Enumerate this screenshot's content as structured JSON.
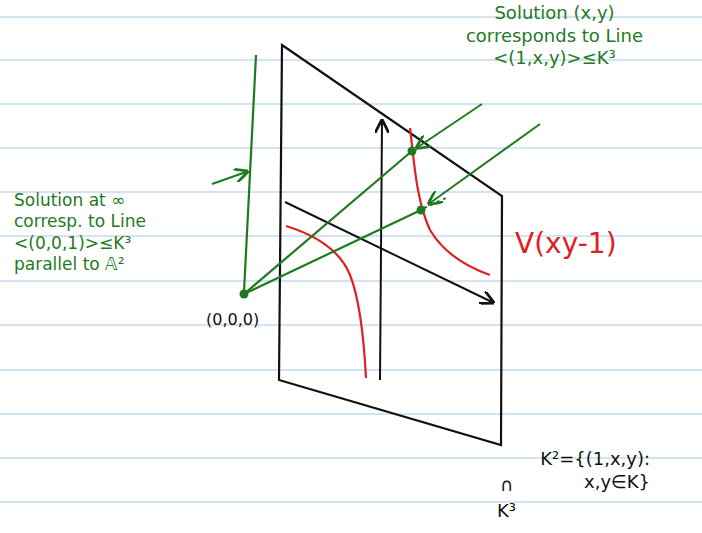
{
  "diagram": {
    "labels": [
      "Solution (x,y) corresponds to Line <(1,x,y)>≤K³",
      "Solution at ∞ corresp. to Line <(0,0,1)>≤K³ parallel to 𝔸²",
      "(0,0,0)",
      "V(xy-1)",
      "K²={(1,x,y): x,y∈K}",
      "∩",
      "K³"
    ]
  }
}
